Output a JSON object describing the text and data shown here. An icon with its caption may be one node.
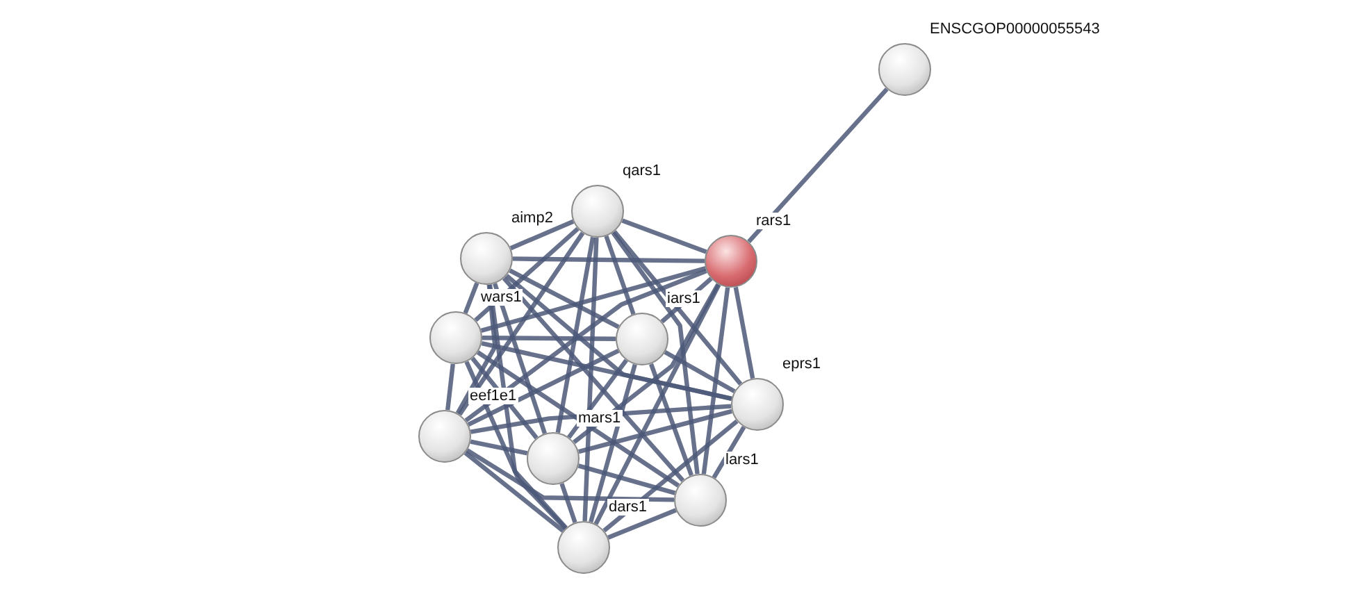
{
  "diagram": {
    "nodes": [
      {
        "text": [
          "ENSCGOP00000055543"
        ]
      },
      {
        "text": [
          "qars1"
        ]
      },
      {
        "text": [
          "aimp2"
        ]
      },
      {
        "text": [
          "rars1"
        ]
      },
      {
        "text": [
          "wars1"
        ]
      },
      {
        "text": [
          "iars1"
        ]
      },
      {
        "text": [
          "eprs1"
        ]
      },
      {
        "text": [
          "eef1e1"
        ]
      },
      {
        "text": [
          "mars1"
        ]
      },
      {
        "text": [
          "lars1"
        ]
      },
      {
        "text": [
          "dars1"
        ]
      }
    ],
    "edges": [
      {
        "from": 3,
        "to": 0,
        "arrow": "none"
      },
      {
        "from": 1,
        "to": 2,
        "arrow": "none"
      },
      {
        "from": 1,
        "to": 3,
        "arrow": "none"
      },
      {
        "from": 1,
        "to": 4,
        "arrow": "none"
      },
      {
        "from": 1,
        "to": 5,
        "arrow": "none"
      },
      {
        "from": 1,
        "to": 6,
        "arrow": "none"
      },
      {
        "from": 1,
        "to": 7,
        "arrow": "none"
      },
      {
        "from": 1,
        "to": 8,
        "arrow": "none"
      },
      {
        "from": 1,
        "to": 9,
        "arrow": "none"
      },
      {
        "from": 1,
        "to": 10,
        "arrow": "none"
      },
      {
        "from": 2,
        "to": 3,
        "arrow": "none"
      },
      {
        "from": 2,
        "to": 4,
        "arrow": "none"
      },
      {
        "from": 2,
        "to": 5,
        "arrow": "none"
      },
      {
        "from": 2,
        "to": 6,
        "arrow": "none"
      },
      {
        "from": 2,
        "to": 7,
        "arrow": "none"
      },
      {
        "from": 2,
        "to": 8,
        "arrow": "none"
      },
      {
        "from": 2,
        "to": 9,
        "arrow": "none"
      },
      {
        "from": 2,
        "to": 10,
        "arrow": "none"
      },
      {
        "from": 3,
        "to": 4,
        "arrow": "none"
      },
      {
        "from": 3,
        "to": 5,
        "arrow": "none"
      },
      {
        "from": 3,
        "to": 6,
        "arrow": "none"
      },
      {
        "from": 3,
        "to": 7,
        "arrow": "none"
      },
      {
        "from": 3,
        "to": 8,
        "arrow": "none"
      },
      {
        "from": 3,
        "to": 9,
        "arrow": "none"
      },
      {
        "from": 3,
        "to": 10,
        "arrow": "none"
      },
      {
        "from": 4,
        "to": 5,
        "arrow": "none"
      },
      {
        "from": 4,
        "to": 6,
        "arrow": "none"
      },
      {
        "from": 4,
        "to": 7,
        "arrow": "none"
      },
      {
        "from": 4,
        "to": 8,
        "arrow": "none"
      },
      {
        "from": 4,
        "to": 9,
        "arrow": "none"
      },
      {
        "from": 4,
        "to": 10,
        "arrow": "none"
      },
      {
        "from": 5,
        "to": 6,
        "arrow": "none"
      },
      {
        "from": 5,
        "to": 7,
        "arrow": "none"
      },
      {
        "from": 5,
        "to": 8,
        "arrow": "none"
      },
      {
        "from": 5,
        "to": 9,
        "arrow": "none"
      },
      {
        "from": 5,
        "to": 10,
        "arrow": "none"
      },
      {
        "from": 6,
        "to": 7,
        "arrow": "none"
      },
      {
        "from": 6,
        "to": 8,
        "arrow": "none"
      },
      {
        "from": 6,
        "to": 9,
        "arrow": "none"
      },
      {
        "from": 6,
        "to": 10,
        "arrow": "none"
      },
      {
        "from": 7,
        "to": 8,
        "arrow": "none"
      },
      {
        "from": 7,
        "to": 9,
        "arrow": "none"
      },
      {
        "from": 7,
        "to": 10,
        "arrow": "none"
      },
      {
        "from": 8,
        "to": 9,
        "arrow": "none"
      },
      {
        "from": 8,
        "to": 10,
        "arrow": "none"
      },
      {
        "from": 9,
        "to": 10,
        "arrow": "none"
      }
    ]
  }
}
